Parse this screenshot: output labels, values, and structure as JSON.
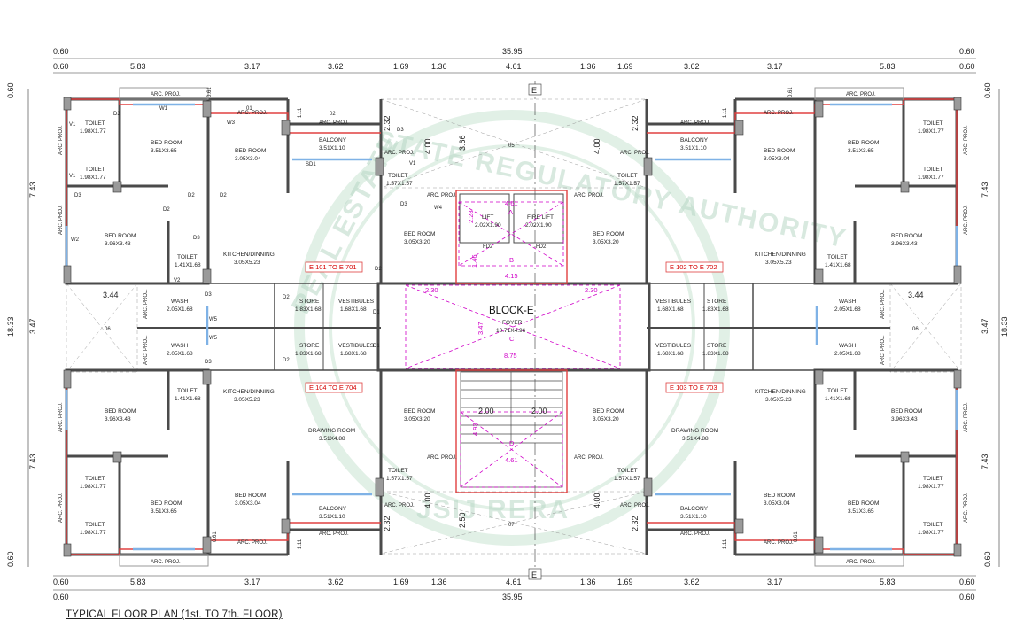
{
  "title": "TYPICAL FLOOR PLAN (1st. TO 7th. FLOOR)",
  "colors": {
    "wall": "#555555",
    "red_outline": "#e04040",
    "pink": "#d000c8",
    "window": "#7fb2e6",
    "watermark": "#b9d8c6"
  },
  "dimensions": {
    "top_total": [
      "0.60",
      "35.95",
      "0.60"
    ],
    "top_segments": [
      "0.60",
      "5.83",
      "3.17",
      "3.62",
      "1.69",
      "1.36",
      "4.61",
      "1.36",
      "1.69",
      "3.62",
      "3.17",
      "5.83",
      "0.60"
    ],
    "bottom_segments": [
      "0.60",
      "5.83",
      "3.17",
      "3.62",
      "1.69",
      "1.36",
      "4.61",
      "1.36",
      "1.69",
      "3.62",
      "3.17",
      "5.83",
      "0.60"
    ],
    "bottom_total": [
      "0.60",
      "35.95",
      "0.60"
    ],
    "left_segments": [
      "0.60",
      "7.43",
      "3.47",
      "7.43",
      "0.60"
    ],
    "right_segments": [
      "0.60",
      "7.43",
      "3.47",
      "7.43",
      "0.60"
    ],
    "right_total": "18.33",
    "left_total": "18.33"
  },
  "grid_marks": [
    "E",
    "E"
  ],
  "block": {
    "name": "BLOCK-E",
    "foyer": "FOYER",
    "foyer_size": "10.71X4.96",
    "foyer_zone": "C",
    "dim_8_75": "8.75",
    "dim_3_47": "3.47",
    "dim_2_30a": "2.30",
    "dim_2_30b": "2.30",
    "dim_4_15": "4.15",
    "dim_4_61_top": "4.61",
    "dim_4_61_bot": "4.61",
    "dim_2_28": "2.28",
    "dim_1_46": "1.46",
    "dim_4_93": "4.93",
    "dim_2_00a": "2.00",
    "dim_2_00b": "2.00",
    "zone_a": "A",
    "zone_b": "B",
    "zone_d": "D"
  },
  "lift": {
    "lift": "LIFT",
    "lift_size": "2.02X1.90",
    "fire_lift": "FIRE LIFT",
    "fire_lift_size": "2.02X1.90",
    "fd2a": "FD2",
    "fd2b": "FD2"
  },
  "units": [
    "E 101 TO E 701",
    "E 102 TO E 702",
    "E 104 TO E 704",
    "E 103 TO E 703"
  ],
  "rooms": {
    "bed_room": "BED ROOM",
    "toilet": "TOILET",
    "balcony": "BALCONY",
    "kitchen": "KITCHEN/DINNING",
    "wash": "WASH",
    "store": "STORE",
    "vestibules": "VESTIBULES",
    "drawing": "DRAWING ROOM",
    "arc_proj": "ARC. PROJ.",
    "size_bed1": "3.51X3.65",
    "size_bed2": "3.05X3.04",
    "size_bed3": "3.96X3.43",
    "size_bed4": "3.05X3.20",
    "size_toilet1": "1.98X1.77",
    "size_toilet2": "1.41X1.68",
    "size_toilet3": "1.57X1.57",
    "size_balcony": "3.51X1.10",
    "size_kitchen": "3.05X5.23",
    "size_wash": "2.05X1.68",
    "size_store": "1.83X1.68",
    "size_vest": "1.68X1.68",
    "size_drawing": "3.51X4.88"
  },
  "tags": {
    "d1": "D1",
    "d2": "D2",
    "d3": "D3",
    "w1": "W1",
    "w2": "W2",
    "w3": "W3",
    "w4": "W4",
    "w5": "W5",
    "v1": "V1",
    "v2": "V2",
    "sd1": "SD1",
    "o1": "01",
    "o2": "02",
    "o5": "05",
    "o6": "06",
    "o7": "07"
  },
  "misc_dims": {
    "d344": "3.44",
    "d366": "3.66",
    "d400": "4.00",
    "d232": "2.32",
    "d111": "1.11",
    "d061": "0.61",
    "d250": "2.50"
  },
  "watermark": {
    "top": "STATE REGULATORY AUTHORITY",
    "side": "REAL ESTATE",
    "bottom": "JSIJ RERA"
  }
}
